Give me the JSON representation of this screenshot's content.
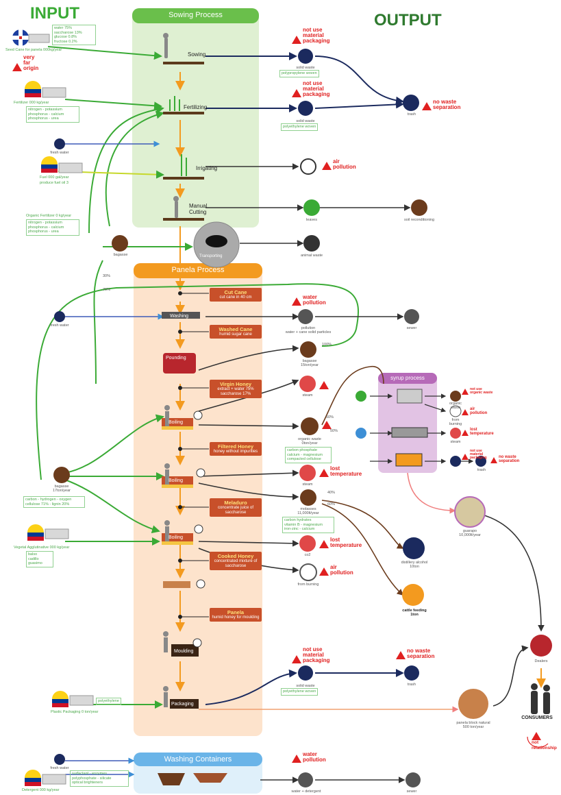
{
  "headers": {
    "input": "INPUT",
    "output": "OUTPUT"
  },
  "processes": {
    "sowing": "Sowing Process",
    "panela": "Panela Process",
    "syrup": "syrup process",
    "washing": "Washing Containers"
  },
  "stages": {
    "sowing": "Sowing",
    "fertilizing": "Fertilizing",
    "irrigating": "Irrigating",
    "manual_cutting": "Manual\nCutting",
    "transporting": "Transporting",
    "washing": "Washing",
    "pounding": "Pounding",
    "boiling": "Boiling",
    "moulding": "Moulding",
    "packaging": "Packaging"
  },
  "panela_tags": [
    {
      "title": "Cut Cane",
      "sub": "cut cane in 40 cm"
    },
    {
      "title": "Washed Cane",
      "sub": "humid sugar cane"
    },
    {
      "title": "Virgin Honey",
      "sub": "extract + water 75% saccharose 17%"
    },
    {
      "title": "Filtered Honey",
      "sub": "honey without impurities"
    },
    {
      "title": "Meladuro",
      "sub": "concentrate juice of saccharose"
    },
    {
      "title": "Cooked Honey",
      "sub": "concentrated mixture of saccharose"
    },
    {
      "title": "Panela",
      "sub": "humid honey for moulding"
    }
  ],
  "inputs": {
    "seed_cane": "Seed Cane for panela",
    "seed_cane_qty": "000kg/year",
    "seed_cane_comp": [
      "water 75%",
      "saccharose 13%",
      "glucose 0.8%",
      "fructose 0.2%"
    ],
    "fertilizer": "Fertilizer",
    "fertilizer_qty": "000 kg/year",
    "fertilizer_comp": [
      "nitrogen - potassium",
      "phosphorus - calcium",
      "phosphorus - urea"
    ],
    "water": "fresh water",
    "fuel": "Fuel",
    "fuel_qty": "000 gal/year",
    "fuel_note": "produce fuel oil 3",
    "organic_fertilizer": "Organic Fertilizer",
    "organic_fertilizer_qty": "0 kg/year",
    "organic_fertilizer_comp": [
      "nitrogen - potassium",
      "phosphorus - calcium",
      "phosphorus - urea"
    ],
    "bagasse": "bagasse",
    "bagasse_qty": "17ton/year",
    "bagasse_comp": [
      "carbon - hydrogen - oxygen",
      "cellulose 71% - lignin 20%"
    ],
    "vegetal_agglutinative": "Vegetal Agglutinative",
    "vegetal_agglutinative_qty": "000 kg/year",
    "vegetal_agglutinative_comp": [
      "balso",
      "cadillo",
      "guasimo"
    ],
    "plastic_packaging": "Plastic Packaging",
    "plastic_packaging_qty": "0 ton/year",
    "plastic_packaging_note": "polyethylene",
    "detergent": "Detergent",
    "detergent_qty": "000 kg/year",
    "detergent_comp": [
      "surfactant - enzymes",
      "polyphosphate - silicate",
      "optical brighteners"
    ],
    "pct_30": "30%",
    "pct_70": "70%"
  },
  "outputs": {
    "solid_waste": "solid waste",
    "solid_waste_note": "polypropylene woven",
    "solid_waste_note2": "polyethylene woven",
    "trash": "trash",
    "leaves": "leaves",
    "soil_reconditioning": "soil reconditioning",
    "animal_waste": "animal waste",
    "pollution": "pollution",
    "pollution_note": "water + cane solid particles",
    "sewer": "sewer",
    "bagasse": "bagasse",
    "bagasse_qty": "15ton/year",
    "bagasse_pct": "100%",
    "steam": "steam",
    "organic_waste": "organic waste",
    "organic_waste_qty": "0ton/year",
    "organic_waste_comp": [
      "carbon phosphate",
      "calcium - magnesium",
      "compacted cellulose"
    ],
    "pct_50": "50%",
    "molasses": "molasses",
    "molasses_qty": "11,000lt/year",
    "molasses_comp": [
      "carbon hydrates",
      "vitamin B - magnesium",
      "iron-zinc - calcium"
    ],
    "pct_40": "40%",
    "pct_60": "60%",
    "distillery": "distillery alcohol",
    "distillery_qty": "10ton",
    "cattle": "cattle feeding",
    "cattle_qty": "1ton",
    "co2": "co2",
    "from_burning": "from burning",
    "panela_product": "panela block natural",
    "panela_qty": "500 ton/year",
    "syrup_product": "guarapo",
    "syrup_qty": "10,000lt/year",
    "dealers": "Dealers",
    "consumers": "CONSUMERS",
    "water_detergent": "water + detergent",
    "sewer2": "sewer",
    "syrup_outputs": [
      "organic waste",
      "from burning",
      "steam",
      "trash"
    ]
  },
  "warnings": {
    "not_use_material": "not use\nmaterial\npackaging",
    "very_far": "very\nfar\norigin",
    "no_waste": "no waste\nseparation",
    "air_pollution": "air\npollution",
    "water_pollution": "water\npollution",
    "lost_temperature": "lost\ntemperature",
    "not_relationship": "not\nrelationship",
    "not_use_organic": "not use\norganic waste",
    "lost_use_material": "not use\nmaterial\npackaging"
  },
  "colors": {
    "green": "#3aaa35",
    "dark_green": "#2f7a2f",
    "orange": "#f39a1f",
    "peach": "#fde3cc",
    "sowing_bg": "#dff0d2",
    "navy": "#1b2a5e",
    "brown": "#6b3b1c",
    "red": "#e02020",
    "blue": "#3d8fd6",
    "purple_bg": "#e2c3e4",
    "purple": "#b66ab8"
  }
}
